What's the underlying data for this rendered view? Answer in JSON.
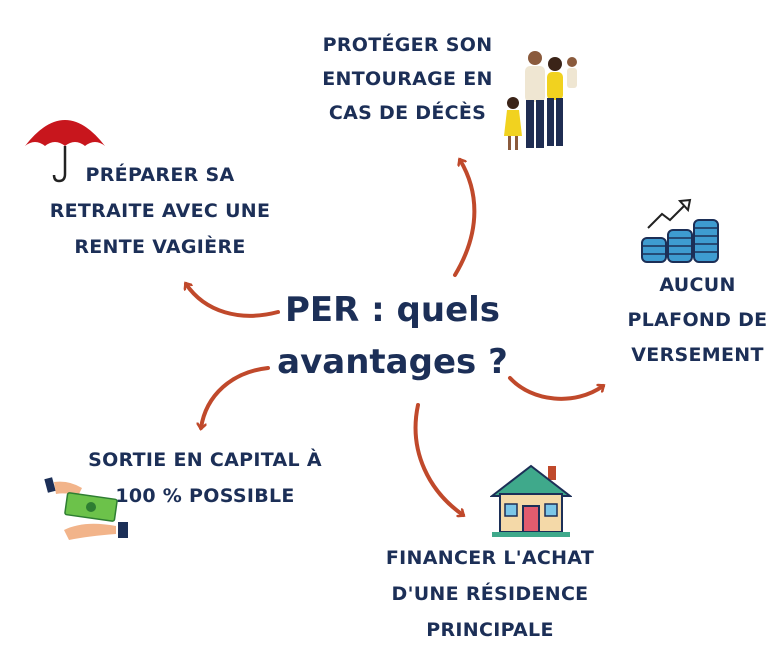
{
  "center": {
    "line1": "PER : quels",
    "line2": "avantages ?"
  },
  "benefits": {
    "protect": [
      "PROTÉGER SON",
      "ENTOURAGE EN",
      "CAS DE DÉCÈS"
    ],
    "retirement": [
      "PRÉPARER SA",
      "RETRAITE AVEC UNE",
      "RENTE VAGIÈRE"
    ],
    "no_cap": [
      "AUCUN",
      "PLAFOND DE",
      "VERSEMENT"
    ],
    "capital": [
      "SORTIE EN CAPITAL À",
      "100 % POSSIBLE"
    ],
    "home": [
      "FINANCER L'ACHAT",
      "D'UNE RÉSIDENCE",
      "PRINCIPALE"
    ]
  },
  "icons": [
    "family-icon",
    "umbrella-icon",
    "coins-growth-icon",
    "money-hands-icon",
    "house-icon"
  ],
  "colors": {
    "text": "#1c2f57",
    "arrow": "#c0492b"
  }
}
